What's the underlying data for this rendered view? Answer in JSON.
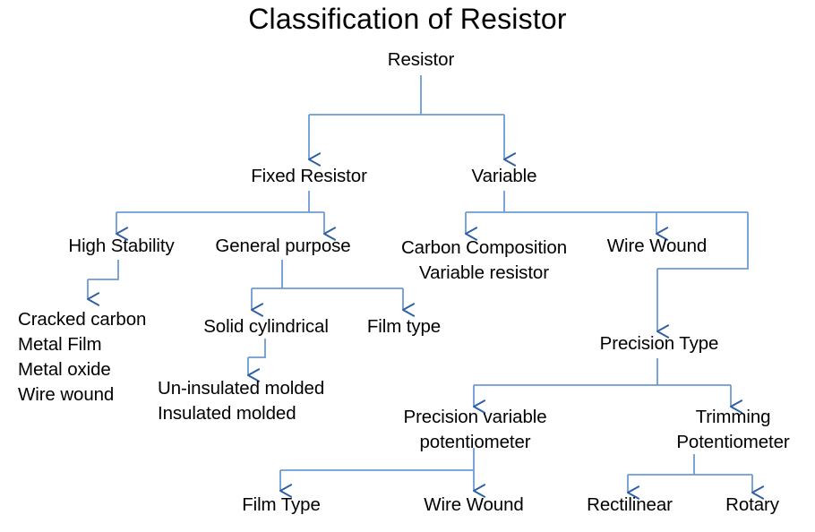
{
  "diagram": {
    "title": "Classification of Resistor",
    "type": "tree",
    "line_color": "#4472C4",
    "text_color": "#000000",
    "background": "#ffffff",
    "nodes": [
      {
        "id": "resistor",
        "label": "Resistor",
        "level": 0
      },
      {
        "id": "fixed_resistor",
        "label": "Fixed Resistor",
        "level": 1,
        "parent": "resistor"
      },
      {
        "id": "variable",
        "label": "Variable",
        "level": 1,
        "parent": "resistor"
      },
      {
        "id": "high_stability",
        "label": "High Stability",
        "level": 2,
        "parent": "fixed_resistor"
      },
      {
        "id": "general_purpose",
        "label": "General purpose",
        "level": 2,
        "parent": "fixed_resistor"
      },
      {
        "id": "carbon_composition",
        "label": "Carbon Composition\nVariable resistor",
        "level": 2,
        "parent": "variable"
      },
      {
        "id": "wire_wound_v",
        "label": "Wire Wound",
        "level": 2,
        "parent": "variable"
      },
      {
        "id": "high_stability_list",
        "label": "Cracked carbon\nMetal Film\nMetal oxide\nWire wound",
        "level": 3,
        "parent": "high_stability"
      },
      {
        "id": "solid_cylindrical",
        "label": "Solid cylindrical",
        "level": 3,
        "parent": "general_purpose"
      },
      {
        "id": "film_type_gp",
        "label": "Film type",
        "level": 3,
        "parent": "general_purpose"
      },
      {
        "id": "molded_list",
        "label": "Un-insulated molded\nInsulated molded",
        "level": 4,
        "parent": "solid_cylindrical"
      },
      {
        "id": "precision_type",
        "label": "Precision Type",
        "level": 3,
        "parent": "variable"
      },
      {
        "id": "precision_variable",
        "label": "Precision variable\npotentiometer",
        "level": 4,
        "parent": "precision_type"
      },
      {
        "id": "trimming_pot",
        "label": "Trimming\nPotentiometer",
        "level": 4,
        "parent": "precision_type"
      },
      {
        "id": "film_type_pv",
        "label": "Film Type",
        "level": 5,
        "parent": "precision_variable"
      },
      {
        "id": "wire_wound_pv",
        "label": "Wire Wound",
        "level": 5,
        "parent": "precision_variable"
      },
      {
        "id": "rectilinear",
        "label": "Rectilinear",
        "level": 5,
        "parent": "trimming_pot"
      },
      {
        "id": "rotary",
        "label": "Rotary",
        "level": 5,
        "parent": "trimming_pot"
      }
    ]
  }
}
